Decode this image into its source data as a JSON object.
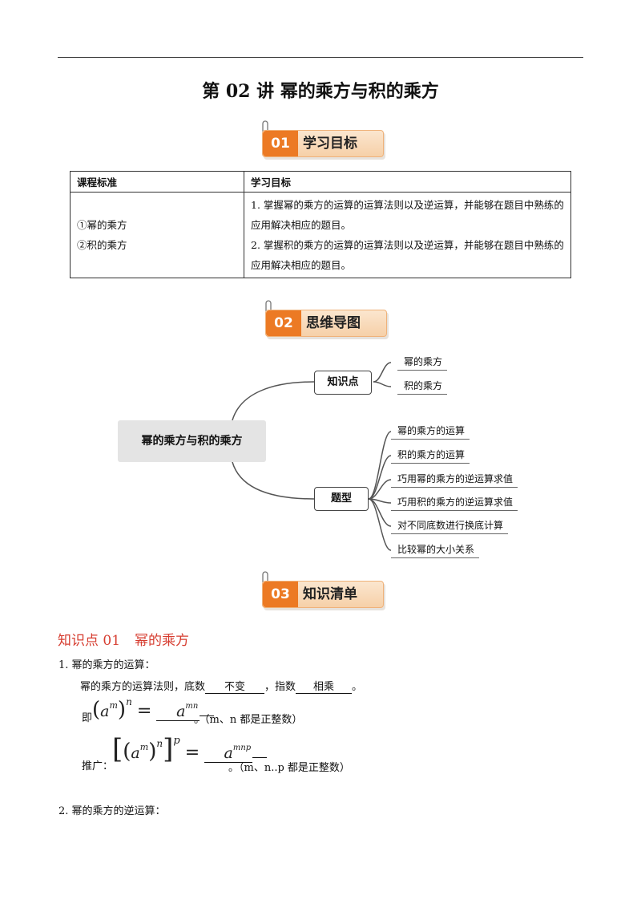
{
  "doc": {
    "title": "第 02 讲  幂的乘方与积的乘方"
  },
  "sections": [
    {
      "num": "01",
      "label": "学习目标"
    },
    {
      "num": "02",
      "label": "思维导图"
    },
    {
      "num": "03",
      "label": "知识清单"
    }
  ],
  "goals_table": {
    "headers": [
      "课程标准",
      "学习目标"
    ],
    "standards": [
      "①幂的乘方",
      "②积的乘方"
    ],
    "objectives": [
      "1. 掌握幂的乘方的运算的运算法则以及逆运算，并能够在题目中熟练的应用解决相应的题目。",
      "2. 掌握积的乘方的运算的运算法则以及逆运算，并能够在题目中熟练的应用解决相应的题目。"
    ]
  },
  "mindmap": {
    "root": "幂的乘方与积的乘方",
    "branches": [
      {
        "label": "知识点",
        "leaves": [
          "幂的乘方",
          "积的乘方"
        ]
      },
      {
        "label": "题型",
        "leaves": [
          "幂的乘方的运算",
          "积的乘方的运算",
          "巧用幂的乘方的逆运算求值",
          "巧用积的乘方的逆运算求值",
          "对不同底数进行换底计算",
          "比较幂的大小关系"
        ]
      }
    ]
  },
  "knowledge": {
    "point_title": "知识点 01",
    "point_name": "幂的乘方",
    "item1_heading": "1. 幂的乘方的运算：",
    "rule_prefix": "幂的乘方的运算法则，底数",
    "rule_blank1": "不变",
    "rule_mid": "，指数",
    "rule_blank2": "相乘",
    "rule_end": "。",
    "formula1_prefix": "即",
    "formula1_base": "a",
    "formula1_inner_exp": "m",
    "formula1_outer_exp": "n",
    "formula1_result_exp": "mn",
    "formula1_note": "。（m、n 都是正整数）",
    "formula2_prefix": "推广：",
    "formula2_exp3": "p",
    "formula2_result_exp": "mnp",
    "formula2_note": "。（m、n..p 都是正整数）",
    "item2_heading": "2. 幂的乘方的逆运算："
  },
  "colors": {
    "accent": "#ec7a24",
    "point_title": "#d63c2f"
  }
}
